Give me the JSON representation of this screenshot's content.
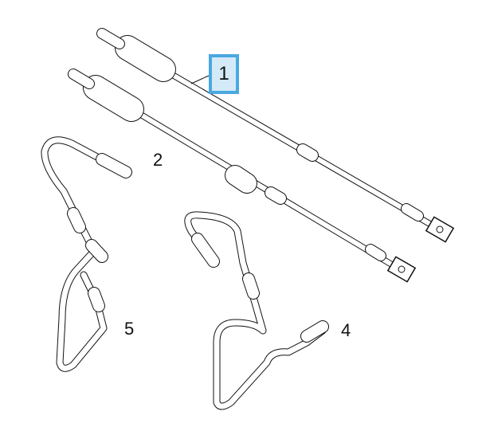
{
  "callouts": [
    "1",
    "2",
    "4",
    "5"
  ],
  "highlight_color": "#4aa8e0"
}
